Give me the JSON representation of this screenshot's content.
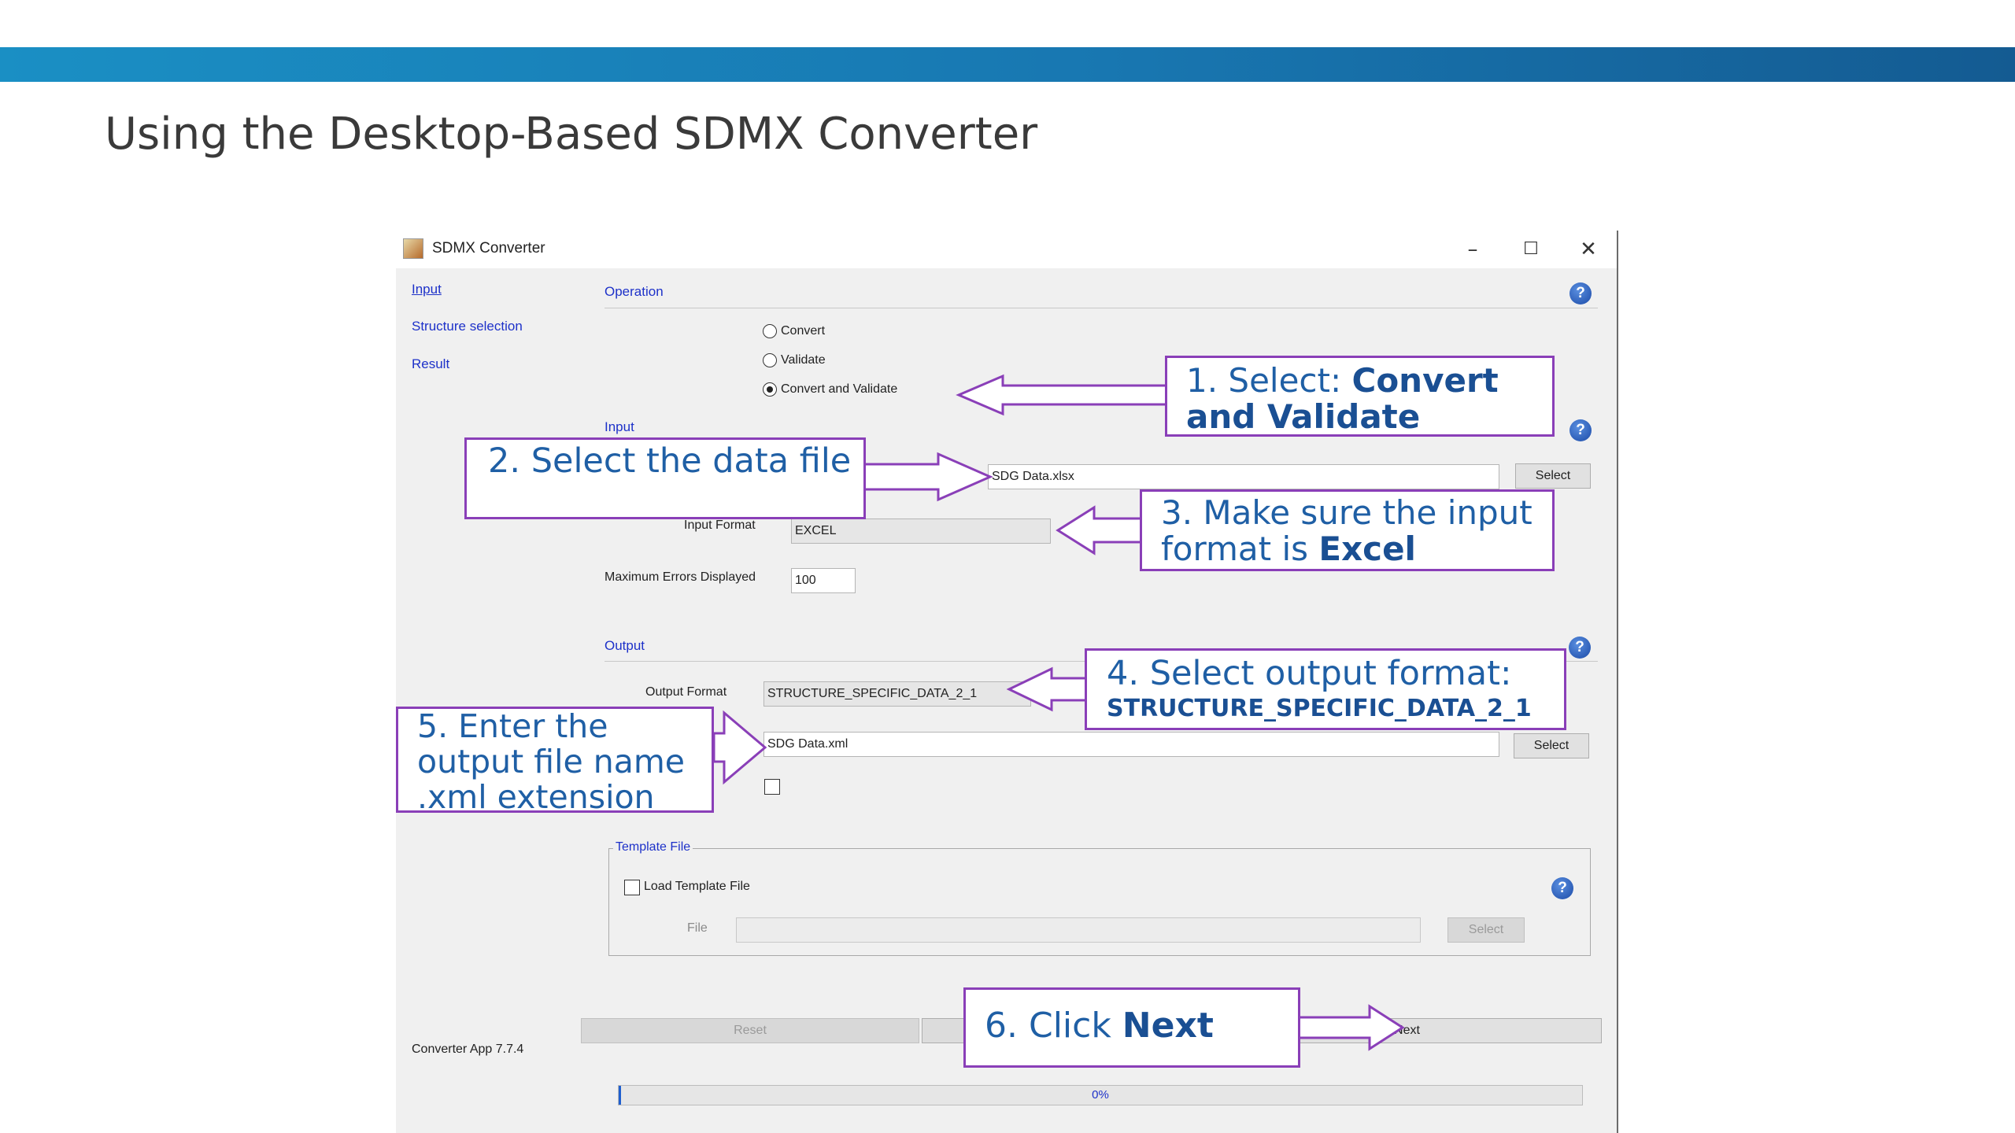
{
  "slide": {
    "title": "Using the Desktop-Based SDMX Converter"
  },
  "window": {
    "title": "SDMX Converter",
    "controls": {
      "minimize": "–",
      "maximize": "☐",
      "close": "✕"
    }
  },
  "nav": {
    "input": "Input",
    "structure": "Structure selection",
    "result": "Result"
  },
  "operation": {
    "label": "Operation",
    "options": [
      "Convert",
      "Validate",
      "Convert and Validate"
    ],
    "selected": "Convert and Validate"
  },
  "input": {
    "label": "Input",
    "file_value": "SDG Data.xlsx",
    "select_label": "Select",
    "format_label": "Input Format",
    "format_value": "EXCEL",
    "max_errors_label": "Maximum Errors Displayed",
    "max_errors_value": "100"
  },
  "output": {
    "label": "Output",
    "format_label": "Output Format",
    "format_value": "STRUCTURE_SPECIFIC_DATA_2_1",
    "file_value": "SDG Data.xml",
    "select_label": "Select"
  },
  "template": {
    "group_label": "Template File",
    "load_label": "Load Template File",
    "file_label": "File",
    "select_label": "Select"
  },
  "footer": {
    "version": "Converter App 7.7.4",
    "reset_label": "Reset",
    "next_label": "Next",
    "progress_text": "0%",
    "progress_value": 0
  },
  "callouts": {
    "c1": {
      "prefix": "1. Select: ",
      "bold": "Convert and Validate"
    },
    "c2": {
      "text": "2. Select the data file"
    },
    "c3": {
      "prefix": "3. Make sure the input format is ",
      "bold": "Excel"
    },
    "c4": {
      "line1": "4. Select output format:",
      "bold": "STRUCTURE_SPECIFIC_DATA_2_1"
    },
    "c5": {
      "text": "5. Enter the output file name .xml extension"
    },
    "c6": {
      "prefix": "6. Click ",
      "bold": "Next"
    }
  },
  "colors": {
    "accent_bar": "#1877b1",
    "callout_border": "#8a3fb8",
    "callout_text": "#1f5fa5",
    "link": "#1d31c9"
  }
}
